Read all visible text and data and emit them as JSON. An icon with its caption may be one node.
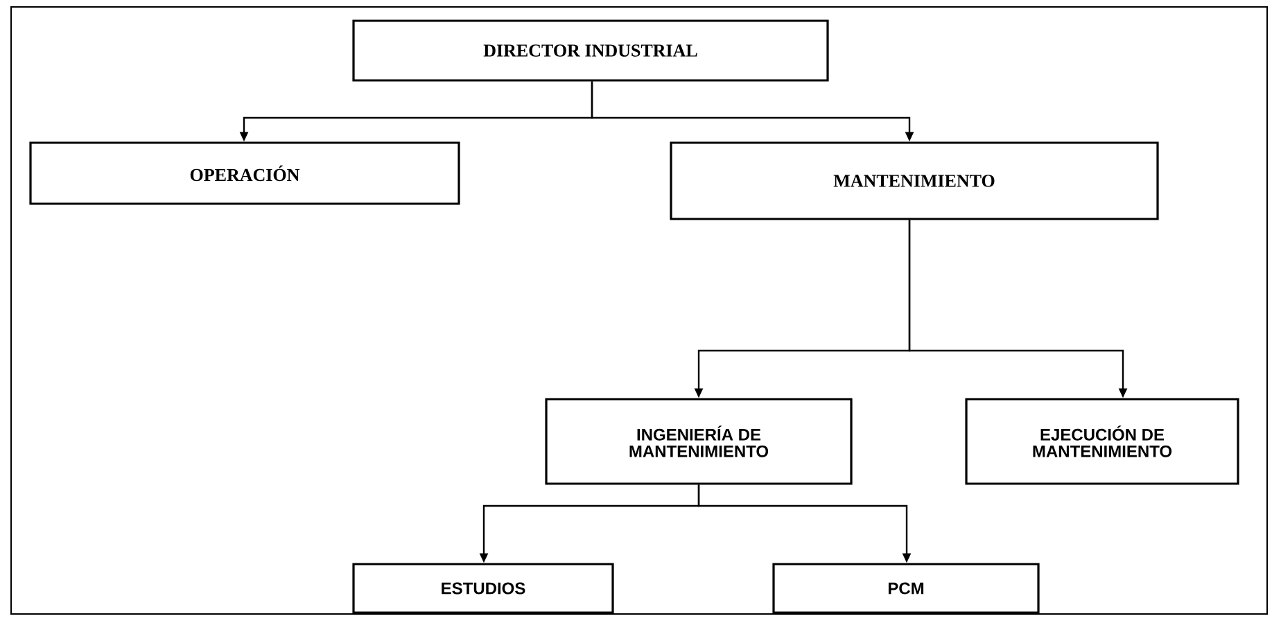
{
  "diagram": {
    "nodes": [
      {
        "text": [
          "DIRECTOR INDUSTRIAL"
        ]
      },
      {
        "text": [
          "OPERACIÓN"
        ]
      },
      {
        "text": [
          "MANTENIMIENTO"
        ]
      },
      {
        "text": [
          "INGENIERÍA DE MANTENIMIENTO"
        ]
      },
      {
        "text": [
          "EJECUCIÓN DE MANTENIMIENTO"
        ]
      },
      {
        "text": [
          "ESTUDIOS"
        ]
      },
      {
        "text": [
          "PCM"
        ]
      }
    ],
    "edges": [
      {
        "from": 0,
        "to": 1,
        "arrow": "to"
      },
      {
        "from": 0,
        "to": 2,
        "arrow": "to"
      },
      {
        "from": 2,
        "to": 3,
        "arrow": "to"
      },
      {
        "from": 2,
        "to": 4,
        "arrow": "to"
      },
      {
        "from": 3,
        "to": 5,
        "arrow": "to"
      },
      {
        "from": 3,
        "to": 6,
        "arrow": "to"
      }
    ]
  }
}
